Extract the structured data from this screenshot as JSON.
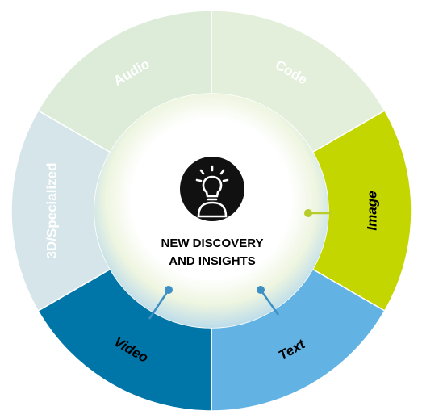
{
  "center": {
    "title_line1": "NEW DISCOVERY",
    "title_line2": "AND INSIGHTS",
    "icon": "lightbulb-person-icon"
  },
  "segments": [
    {
      "label": "Audio",
      "color": "#dcecd9",
      "text_color": "#ffffff",
      "active": false
    },
    {
      "label": "Code",
      "color": "#e4efdb",
      "text_color": "#ffffff",
      "active": false
    },
    {
      "label": "Image",
      "color": "#c4d600",
      "text_color": "#000000",
      "active": true
    },
    {
      "label": "Text",
      "color": "#62b3e4",
      "text_color": "#000000",
      "active": true
    },
    {
      "label": "Video",
      "color": "#0076a8",
      "text_color": "#000000",
      "active": true
    },
    {
      "label": "3D/Specialized",
      "color": "#d5e5e9",
      "text_color": "#ffffff",
      "active": false
    }
  ],
  "colors": {
    "connector_image": "#b8cc2a",
    "connector_blue": "#3d8fc4",
    "center_glow_green": "#dce8a8",
    "center_glow_blue": "#a9d2ea"
  }
}
